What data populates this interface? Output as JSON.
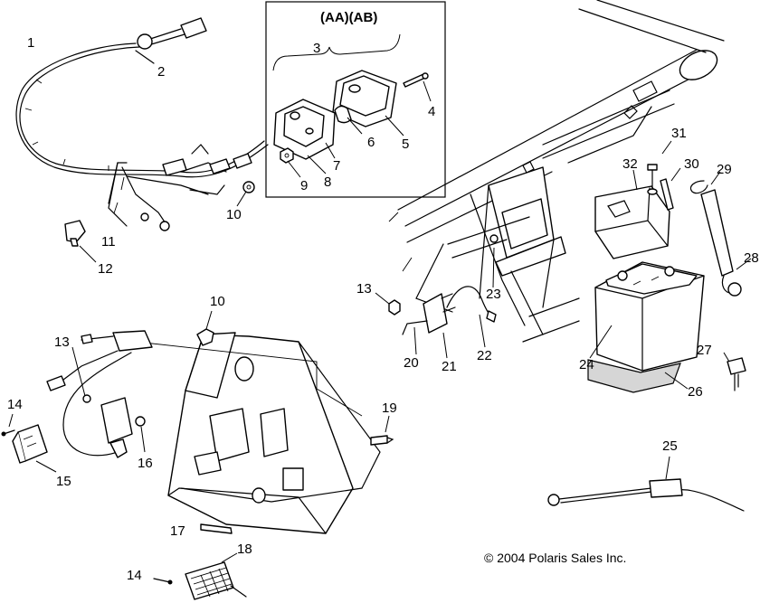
{
  "inset_header": "(AA)(AB)",
  "copyright": "© 2004 Polaris Sales Inc.",
  "callouts": [
    {
      "id": "c1",
      "label": "1"
    },
    {
      "id": "c2",
      "label": "2"
    },
    {
      "id": "c3",
      "label": "3"
    },
    {
      "id": "c4",
      "label": "4"
    },
    {
      "id": "c5",
      "label": "5"
    },
    {
      "id": "c6",
      "label": "6"
    },
    {
      "id": "c7",
      "label": "7"
    },
    {
      "id": "c8",
      "label": "8"
    },
    {
      "id": "c9",
      "label": "9"
    },
    {
      "id": "c10a",
      "label": "10"
    },
    {
      "id": "c10b",
      "label": "10"
    },
    {
      "id": "c11",
      "label": "11"
    },
    {
      "id": "c12",
      "label": "12"
    },
    {
      "id": "c13a",
      "label": "13"
    },
    {
      "id": "c13b",
      "label": "13"
    },
    {
      "id": "c14a",
      "label": "14"
    },
    {
      "id": "c14b",
      "label": "14"
    },
    {
      "id": "c15",
      "label": "15"
    },
    {
      "id": "c16",
      "label": "16"
    },
    {
      "id": "c17",
      "label": "17"
    },
    {
      "id": "c18",
      "label": "18"
    },
    {
      "id": "c19",
      "label": "19"
    },
    {
      "id": "c20",
      "label": "20"
    },
    {
      "id": "c21",
      "label": "21"
    },
    {
      "id": "c22",
      "label": "22"
    },
    {
      "id": "c23",
      "label": "23"
    },
    {
      "id": "c24",
      "label": "24"
    },
    {
      "id": "c25",
      "label": "25"
    },
    {
      "id": "c26",
      "label": "26"
    },
    {
      "id": "c27",
      "label": "27"
    },
    {
      "id": "c28",
      "label": "28"
    },
    {
      "id": "c29",
      "label": "29"
    },
    {
      "id": "c30",
      "label": "30"
    },
    {
      "id": "c31",
      "label": "31"
    },
    {
      "id": "c32",
      "label": "32"
    }
  ]
}
